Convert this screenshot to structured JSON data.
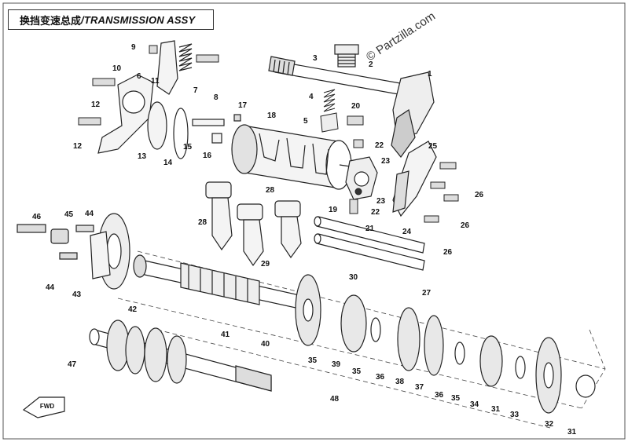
{
  "title": {
    "chinese": "换挡变速总成",
    "english": "/TRANSMISSION ASSY"
  },
  "watermark": "© Partzilla.com",
  "direction_badge": "FWD",
  "callouts": [
    {
      "label": "1"
    },
    {
      "label": "2"
    },
    {
      "label": "3"
    },
    {
      "label": "4"
    },
    {
      "label": "5"
    },
    {
      "label": "6"
    },
    {
      "label": "7"
    },
    {
      "label": "8"
    },
    {
      "label": "9"
    },
    {
      "label": "10"
    },
    {
      "label": "11"
    },
    {
      "label": "12"
    },
    {
      "label": "12"
    },
    {
      "label": "13"
    },
    {
      "label": "14"
    },
    {
      "label": "15"
    },
    {
      "label": "16"
    },
    {
      "label": "17"
    },
    {
      "label": "18"
    },
    {
      "label": "19"
    },
    {
      "label": "20"
    },
    {
      "label": "21"
    },
    {
      "label": "22"
    },
    {
      "label": "22"
    },
    {
      "label": "23"
    },
    {
      "label": "23"
    },
    {
      "label": "24"
    },
    {
      "label": "25"
    },
    {
      "label": "26"
    },
    {
      "label": "26"
    },
    {
      "label": "26"
    },
    {
      "label": "27"
    },
    {
      "label": "28"
    },
    {
      "label": "28"
    },
    {
      "label": "29"
    },
    {
      "label": "30"
    },
    {
      "label": "31"
    },
    {
      "label": "31"
    },
    {
      "label": "32"
    },
    {
      "label": "33"
    },
    {
      "label": "34"
    },
    {
      "label": "35"
    },
    {
      "label": "35"
    },
    {
      "label": "35"
    },
    {
      "label": "36"
    },
    {
      "label": "36"
    },
    {
      "label": "37"
    },
    {
      "label": "38"
    },
    {
      "label": "39"
    },
    {
      "label": "40"
    },
    {
      "label": "41"
    },
    {
      "label": "42"
    },
    {
      "label": "43"
    },
    {
      "label": "44"
    },
    {
      "label": "44"
    },
    {
      "label": "45"
    },
    {
      "label": "46"
    },
    {
      "label": "47"
    },
    {
      "label": "48"
    }
  ]
}
